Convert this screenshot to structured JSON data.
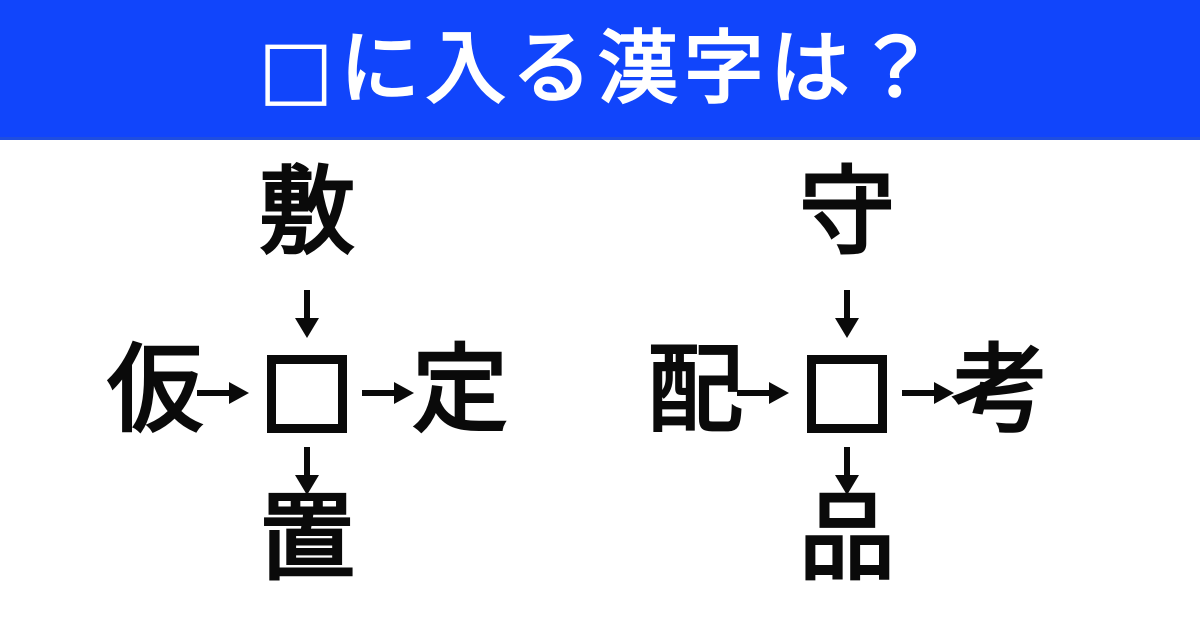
{
  "header": {
    "title": "□に入る漢字は？",
    "background_color": "#1145fb",
    "text_color": "#ffffff",
    "underline_color": "#1f4ee0"
  },
  "page": {
    "background_color": "#ffffff",
    "glyph_color": "#0a0a0a"
  },
  "puzzle": {
    "blank_symbol": "□",
    "groups": [
      {
        "id": "left",
        "top": "敷",
        "left": "仮",
        "right": "定",
        "bottom": "置",
        "center": "□",
        "arrows": {
          "top_to_center": "↓",
          "left_to_center": "→",
          "center_to_right": "→",
          "center_to_bottom": "↓"
        }
      },
      {
        "id": "right",
        "top": "守",
        "left": "配",
        "right": "考",
        "bottom": "品",
        "center": "□",
        "arrows": {
          "top_to_center": "↓",
          "left_to_center": "→",
          "center_to_right": "→",
          "center_to_bottom": "↓"
        }
      }
    ]
  }
}
